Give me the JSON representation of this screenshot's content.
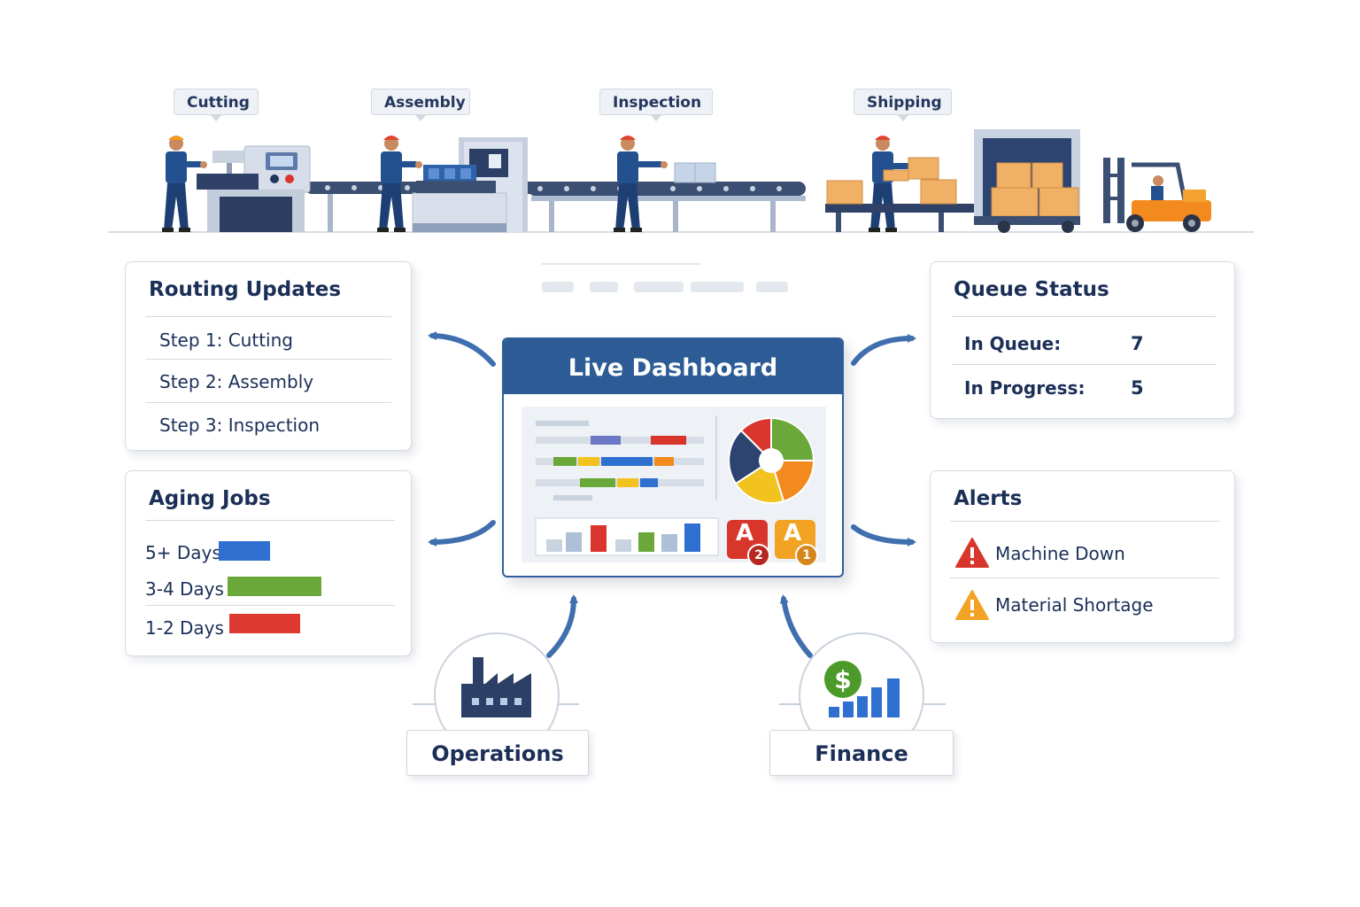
{
  "stages": [
    {
      "label": "Cutting"
    },
    {
      "label": "Assembly"
    },
    {
      "label": "Inspection"
    },
    {
      "label": "Shipping"
    }
  ],
  "routing": {
    "title": "Routing Updates",
    "steps": [
      "Step 1: Cutting",
      "Step 2: Assembly",
      "Step 3: Inspection"
    ]
  },
  "aging": {
    "title": "Aging Jobs",
    "rows": [
      {
        "label": "5+ Days",
        "color": "#2e6fd0",
        "level": 0.55
      },
      {
        "label": "3-4 Days",
        "color": "#6aa83a",
        "level": 1.0
      },
      {
        "label": "1-2 Days",
        "color": "#de3a32",
        "level": 0.75
      }
    ]
  },
  "dashboard": {
    "title": "Live Dashboard",
    "badges": [
      {
        "letter": "A",
        "count": "2",
        "color": "#d8352c"
      },
      {
        "letter": "A",
        "count": "1",
        "color": "#f2a324"
      }
    ]
  },
  "queue": {
    "title": "Queue Status",
    "rows": [
      {
        "label": "In Queue:",
        "value": "7"
      },
      {
        "label": "In Progress:",
        "value": "5"
      }
    ]
  },
  "alerts": {
    "title": "Alerts",
    "items": [
      {
        "label": "Machine Down",
        "color": "#d8352c"
      },
      {
        "label": "Material Shortage",
        "color": "#f2a324"
      }
    ]
  },
  "departments": {
    "operations": {
      "label": "Operations",
      "icon": "factory-icon"
    },
    "finance": {
      "label": "Finance",
      "icon": "finance-chart-icon"
    }
  }
}
